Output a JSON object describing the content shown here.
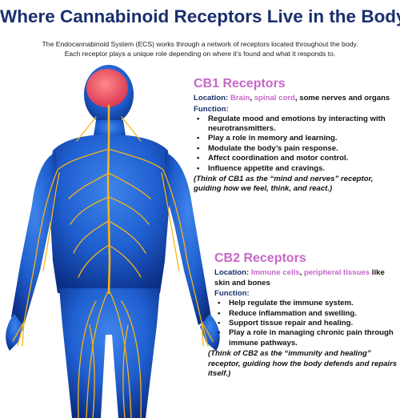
{
  "title": "Where Cannabinoid Receptors Live in the Body",
  "intro": [
    "The Endocannabinoid System (ECS) works through a network of receptors located throughout the body.",
    "Each receptor plays a unique role depending on where it’s found and what it responds to."
  ],
  "colors": {
    "title": "#1a2f6e",
    "heading": "#c767c8",
    "body_figure": "#1f5fd0",
    "nerves": "#f6b418",
    "brain": "#e94e63"
  },
  "cb1": {
    "heading": "CB1 Receptors",
    "location_label": "Location:",
    "location_parts": [
      "Brain",
      ", ",
      "spinal cord",
      ", some nerves and organs"
    ],
    "function_label": "Function:",
    "functions": [
      "Regulate mood and emotions by interacting with neurotransmitters.",
      "Play a role in memory and learning.",
      "Modulate the body’s pain response.",
      "Affect coordination and motor control.",
      "Influence appetite and cravings."
    ],
    "note": "(Think of CB1 as the “mind and nerves” receptor, guiding how we feel, think, and react.)"
  },
  "cb2": {
    "heading": "CB2 Receptors",
    "location_label": "Location:",
    "location_parts": [
      "Immune cells",
      ", ",
      "peripheral tissues",
      " like skin and bones"
    ],
    "function_label": "Function:",
    "functions": [
      "Help regulate the immune system.",
      "Reduce inflammation and swelling.",
      "Support tissue repair and healing.",
      "Play a role in managing chronic pain through immune pathways."
    ],
    "note": "(Think of CB2 as the “immunity and healing” receptor, guiding how the body defends and repairs itself.)"
  }
}
